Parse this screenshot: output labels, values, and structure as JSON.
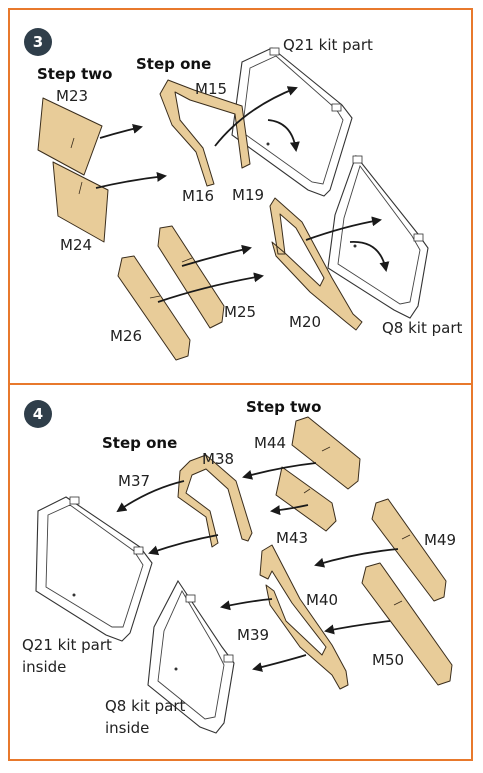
{
  "panel3": {
    "step_number": "3",
    "step_one": "Step one",
    "step_two": "Step two",
    "labels": {
      "m23": "M23",
      "m24": "M24",
      "m15": "M15",
      "m16": "M16",
      "m19": "M19",
      "m20": "M20",
      "m25": "M25",
      "m26": "M26",
      "q21": "Q21 kit part",
      "q8": "Q8 kit part"
    }
  },
  "panel4": {
    "step_number": "4",
    "step_one": "Step one",
    "step_two": "Step two",
    "labels": {
      "m44": "M44",
      "m43": "M43",
      "m38": "M38",
      "m37": "M37",
      "m49": "M49",
      "m40": "M40",
      "m39": "M39",
      "m50": "M50",
      "q21_line1": "Q21 kit part",
      "q21_line2": "inside",
      "q8_line1": "Q8 kit part",
      "q8_line2": "inside"
    }
  },
  "colors": {
    "border": "#e8792c",
    "badge": "#2f3e4a",
    "mask_part": "#e8cc99"
  }
}
